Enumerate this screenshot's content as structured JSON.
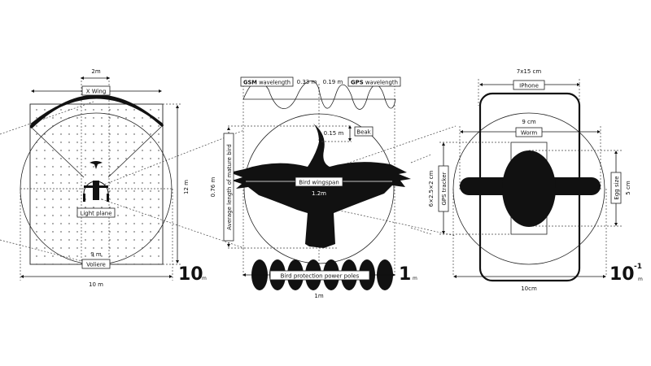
{
  "scale_10m": {
    "x_wing_span": "2m",
    "x_wing_label": "X Wing",
    "height": "12 m",
    "light_plane_label": "Light plane",
    "inner_width": "9 m",
    "voliere_label": "Voliere",
    "width": "10 m",
    "scale_number": "10",
    "scale_unit": "m"
  },
  "scale_1m": {
    "gsm_bold": "GSM",
    "gsm_rest": "wavelength",
    "gsm_value": "0.33 m",
    "gps_value": "0.19 m",
    "gps_bold": "GPS",
    "gps_rest": "wavelength",
    "beak_value": "0.15 m",
    "beak_label": "Beak",
    "length_value": "0.76 m",
    "length_label": "Average length of mature bird",
    "wingspan_label": "Bird wingspan",
    "wingspan_value": "1.2m",
    "poles_label": "Bird protection power poles",
    "width": "1m",
    "scale_number": "1",
    "scale_unit": "m"
  },
  "scale_10cm": {
    "iphone_size": "7x15 cm",
    "iphone_label": "IPhone",
    "worm_length": "9 cm",
    "worm_label": "Worm",
    "tracker_size": "6×2.5×2 cm",
    "tracker_label": "GPS tracker",
    "egg_label": "Egg size",
    "egg_value": "5 cm",
    "width": "10cm",
    "scale_number": "10",
    "scale_exp": "-1",
    "scale_unit": "m"
  }
}
